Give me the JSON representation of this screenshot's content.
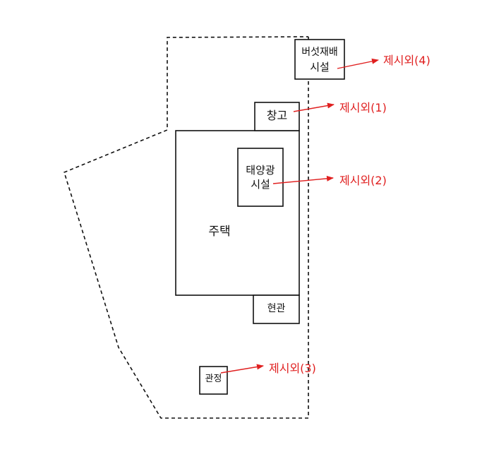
{
  "buildings": {
    "main_house": "주택",
    "warehouse": "창고",
    "solar": {
      "line1": "태양광",
      "line2": "시설"
    },
    "mushroom": {
      "line1": "버섯재배",
      "line2": "시설"
    },
    "entrance": "현관",
    "pavilion": "관정"
  },
  "annotations": {
    "mushroom_note": "제시외(4)",
    "warehouse_note": "제시외(1)",
    "solar_note": "제시외(2)",
    "pavilion_note": "제시외(3)"
  },
  "colors": {
    "line": "#111111",
    "annotation": "#e02020"
  }
}
